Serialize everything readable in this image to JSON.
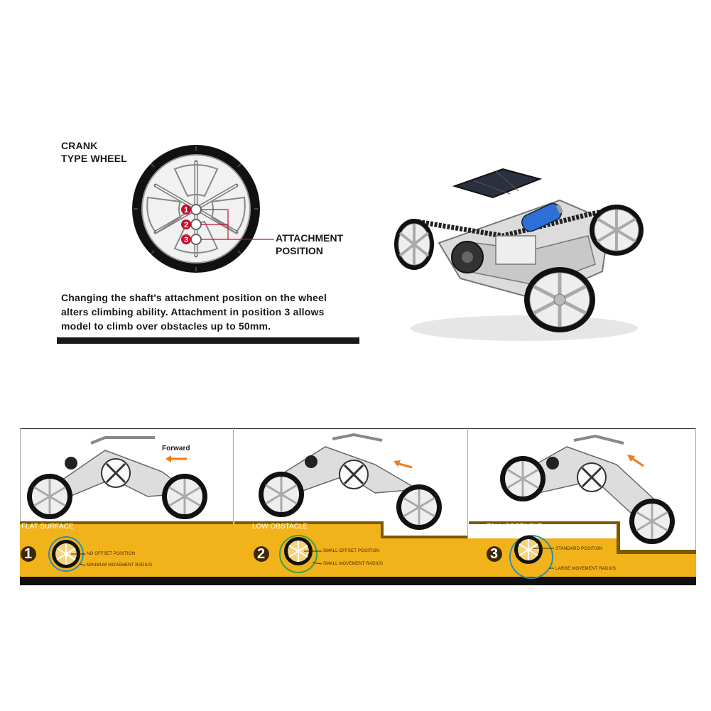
{
  "crank": {
    "title": "CRANK\nTYPE WHEEL",
    "positions": [
      "1",
      "2",
      "3"
    ],
    "attachment_label": "ATTACHMENT\nPOSITION",
    "description": "Changing the shaft's attachment position on the wheel alters climbing ability. Attachment in position 3 allows model to climb over obstacles up to 50mm."
  },
  "stages": [
    {
      "number": "1",
      "label": "FLAT SURFACE",
      "note_a": "NO OFFSET POSITION",
      "note_b": "MINIMUM MOVEMENT RADIUS"
    },
    {
      "number": "2",
      "label": "LOW OBSTACLE",
      "note_a": "SMALL OFFSET POSITION",
      "note_b": "SMALL MOVEMENT RADIUS"
    },
    {
      "number": "3",
      "label": "TALL OBSTACLE",
      "note_a": "STANDARD POSITION",
      "note_b": "LARGE MOVEMENT RADIUS"
    }
  ],
  "forward_label": "Forward",
  "colors": {
    "ground": "#f2b21a",
    "ground_dark": "#7a5a00",
    "marker_red": "#c8102e",
    "tire": "#111111",
    "wheel_fill": "#f1f1f1",
    "solar": "#2a3040",
    "battery": "#2d6fd6",
    "arrow_orange": "#f07a1a",
    "radius_blue": "#2a8fb0",
    "radius_green": "#3aa04a"
  }
}
